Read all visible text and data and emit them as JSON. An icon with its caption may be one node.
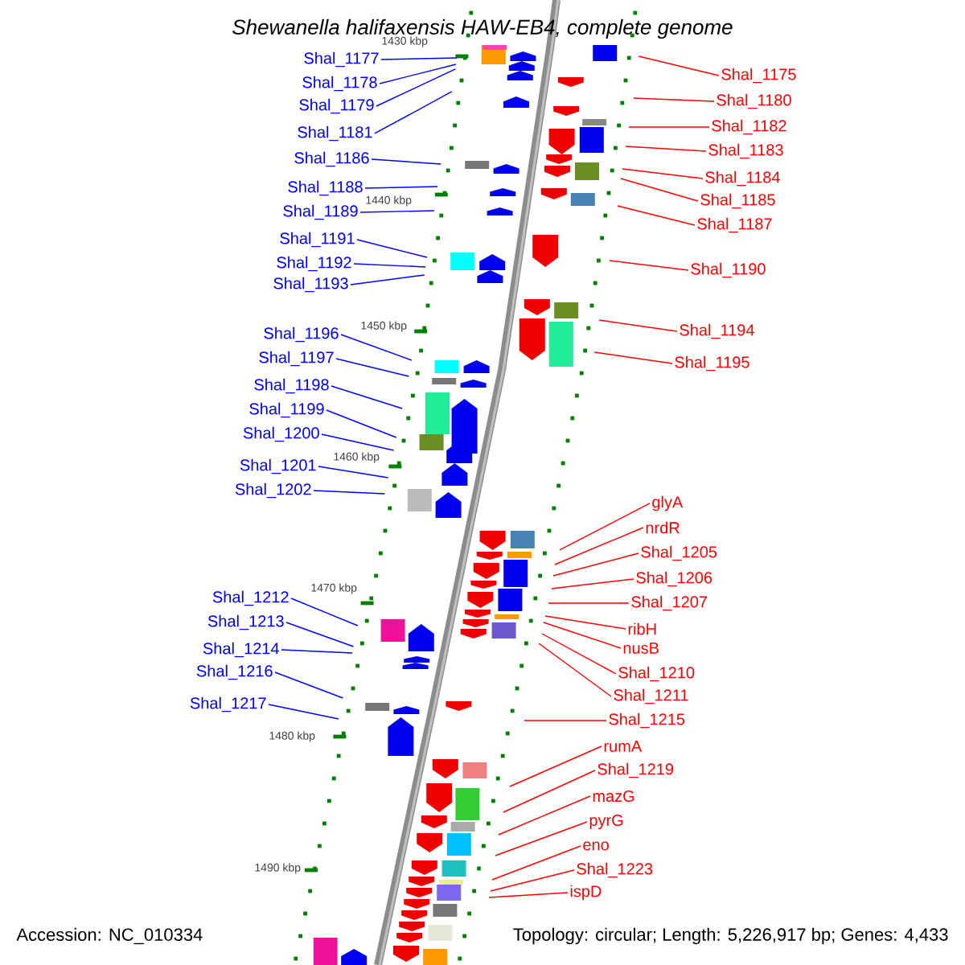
{
  "diagram": {
    "title": "Shewanella halifaxensis HAW-EB4, complete genome",
    "nodes": [
      {
        "text": [
          "Shal_1177"
        ]
      },
      {
        "text": [
          "Shal_1178"
        ]
      },
      {
        "text": [
          "Shal_1179"
        ]
      },
      {
        "text": [
          "Shal_1181"
        ]
      },
      {
        "text": [
          "Shal_1186"
        ]
      },
      {
        "text": [
          "Shal_1188"
        ]
      },
      {
        "text": [
          "Shal_1189"
        ]
      },
      {
        "text": [
          "Shal_1191"
        ]
      },
      {
        "text": [
          "Shal_1192"
        ]
      },
      {
        "text": [
          "Shal_1193"
        ]
      },
      {
        "text": [
          "Shal_1196"
        ]
      },
      {
        "text": [
          "Shal_1197"
        ]
      },
      {
        "text": [
          "Shal_1198"
        ]
      },
      {
        "text": [
          "Shal_1199"
        ]
      },
      {
        "text": [
          "Shal_1200"
        ]
      },
      {
        "text": [
          "Shal_1201"
        ]
      },
      {
        "text": [
          "Shal_1202"
        ]
      },
      {
        "text": [
          "Shal_1212"
        ]
      },
      {
        "text": [
          "Shal_1213"
        ]
      },
      {
        "text": [
          "Shal_1214"
        ]
      },
      {
        "text": [
          "Shal_1216"
        ]
      },
      {
        "text": [
          "Shal_1217"
        ]
      },
      {
        "text": [
          "Shal_1175"
        ]
      },
      {
        "text": [
          "Shal_1180"
        ]
      },
      {
        "text": [
          "Shal_1182"
        ]
      },
      {
        "text": [
          "Shal_1183"
        ]
      },
      {
        "text": [
          "Shal_1184"
        ]
      },
      {
        "text": [
          "Shal_1185"
        ]
      },
      {
        "text": [
          "Shal_1187"
        ]
      },
      {
        "text": [
          "Shal_1190"
        ]
      },
      {
        "text": [
          "Shal_1194"
        ]
      },
      {
        "text": [
          "Shal_1195"
        ]
      },
      {
        "text": [
          "glyA"
        ]
      },
      {
        "text": [
          "nrdR"
        ]
      },
      {
        "text": [
          "Shal_1205"
        ]
      },
      {
        "text": [
          "Shal_1206"
        ]
      },
      {
        "text": [
          "Shal_1207"
        ]
      },
      {
        "text": [
          "ribH"
        ]
      },
      {
        "text": [
          "nusB"
        ]
      },
      {
        "text": [
          "Shal_1210"
        ]
      },
      {
        "text": [
          "Shal_1211"
        ]
      },
      {
        "text": [
          "Shal_1215"
        ]
      },
      {
        "text": [
          "rumA"
        ]
      },
      {
        "text": [
          "Shal_1219"
        ]
      },
      {
        "text": [
          "mazG"
        ]
      },
      {
        "text": [
          "pyrG"
        ]
      },
      {
        "text": [
          "eno"
        ]
      },
      {
        "text": [
          "Shal_1223"
        ]
      },
      {
        "text": [
          "ispD"
        ]
      }
    ],
    "edges": [
      {
        "from": 0,
        "to": null,
        "arrow": "none",
        "color": "#0000ff"
      },
      {
        "from": 1,
        "to": null,
        "arrow": "none",
        "color": "#0000ff"
      },
      {
        "from": 2,
        "to": null,
        "arrow": "none",
        "color": "#0000ff"
      },
      {
        "from": 3,
        "to": null,
        "arrow": "none",
        "color": "#0000ff"
      },
      {
        "from": 4,
        "to": null,
        "arrow": "none",
        "color": "#0000ff"
      },
      {
        "from": 5,
        "to": null,
        "arrow": "none",
        "color": "#0000ff"
      },
      {
        "from": 6,
        "to": null,
        "arrow": "none",
        "color": "#0000ff"
      },
      {
        "from": 7,
        "to": null,
        "arrow": "none",
        "color": "#0000ff"
      },
      {
        "from": 8,
        "to": null,
        "arrow": "none",
        "color": "#0000ff"
      },
      {
        "from": 9,
        "to": null,
        "arrow": "none",
        "color": "#0000ff"
      },
      {
        "from": 10,
        "to": null,
        "arrow": "none",
        "color": "#0000ff"
      },
      {
        "from": 11,
        "to": null,
        "arrow": "none",
        "color": "#0000ff"
      },
      {
        "from": 12,
        "to": null,
        "arrow": "none",
        "color": "#0000ff"
      },
      {
        "from": 13,
        "to": null,
        "arrow": "none",
        "color": "#0000ff"
      },
      {
        "from": 14,
        "to": null,
        "arrow": "none",
        "color": "#0000ff"
      },
      {
        "from": 15,
        "to": null,
        "arrow": "none",
        "color": "#0000ff"
      },
      {
        "from": 16,
        "to": null,
        "arrow": "none",
        "color": "#0000ff"
      },
      {
        "from": 17,
        "to": null,
        "arrow": "none",
        "color": "#0000ff"
      },
      {
        "from": 18,
        "to": null,
        "arrow": "none",
        "color": "#0000ff"
      },
      {
        "from": 19,
        "to": null,
        "arrow": "none",
        "color": "#0000ff"
      },
      {
        "from": 20,
        "to": null,
        "arrow": "none",
        "color": "#0000ff"
      },
      {
        "from": 21,
        "to": null,
        "arrow": "none",
        "color": "#0000ff"
      },
      {
        "from": 22,
        "to": null,
        "arrow": "none"
      },
      {
        "from": 23,
        "to": null,
        "arrow": "none"
      },
      {
        "from": 24,
        "to": null,
        "arrow": "none"
      },
      {
        "from": 25,
        "to": null,
        "arrow": "none"
      },
      {
        "from": 26,
        "to": null,
        "arrow": "none"
      },
      {
        "from": 27,
        "to": null,
        "arrow": "none"
      },
      {
        "from": 28,
        "to": null,
        "arrow": "none"
      },
      {
        "from": 29,
        "to": null,
        "arrow": "none"
      },
      {
        "from": 30,
        "to": null,
        "arrow": "none"
      },
      {
        "from": 31,
        "to": null,
        "arrow": "none"
      },
      {
        "from": 32,
        "to": null,
        "arrow": "none"
      },
      {
        "from": 33,
        "to": null,
        "arrow": "none"
      },
      {
        "from": 34,
        "to": null,
        "arrow": "none"
      },
      {
        "from": 35,
        "to": null,
        "arrow": "none"
      },
      {
        "from": 36,
        "to": null,
        "arrow": "none"
      },
      {
        "from": 37,
        "to": null,
        "arrow": "none"
      },
      {
        "from": 38,
        "to": null,
        "arrow": "none"
      },
      {
        "from": 39,
        "to": null,
        "arrow": "none"
      },
      {
        "from": 40,
        "to": null,
        "arrow": "none"
      },
      {
        "from": 41,
        "to": null,
        "arrow": "none"
      },
      {
        "from": 42,
        "to": null,
        "arrow": "none"
      },
      {
        "from": 43,
        "to": null,
        "arrow": "none"
      },
      {
        "from": 44,
        "to": null,
        "arrow": "none"
      },
      {
        "from": 45,
        "to": null,
        "arrow": "none"
      },
      {
        "from": 46,
        "to": null,
        "arrow": "none"
      },
      {
        "from": 47,
        "to": null,
        "arrow": "none"
      },
      {
        "from": 48,
        "to": null,
        "arrow": "none"
      }
    ],
    "labels": [
      "1430 kbp",
      "1440 kbp",
      "1450 kbp",
      "1460 kbp",
      "1470 kbp",
      "1480 kbp",
      "1490 kbp",
      "Accession: NC_010334",
      "Topology: circular; Length: 5,226,917 bp; Genes: 4,433"
    ]
  }
}
